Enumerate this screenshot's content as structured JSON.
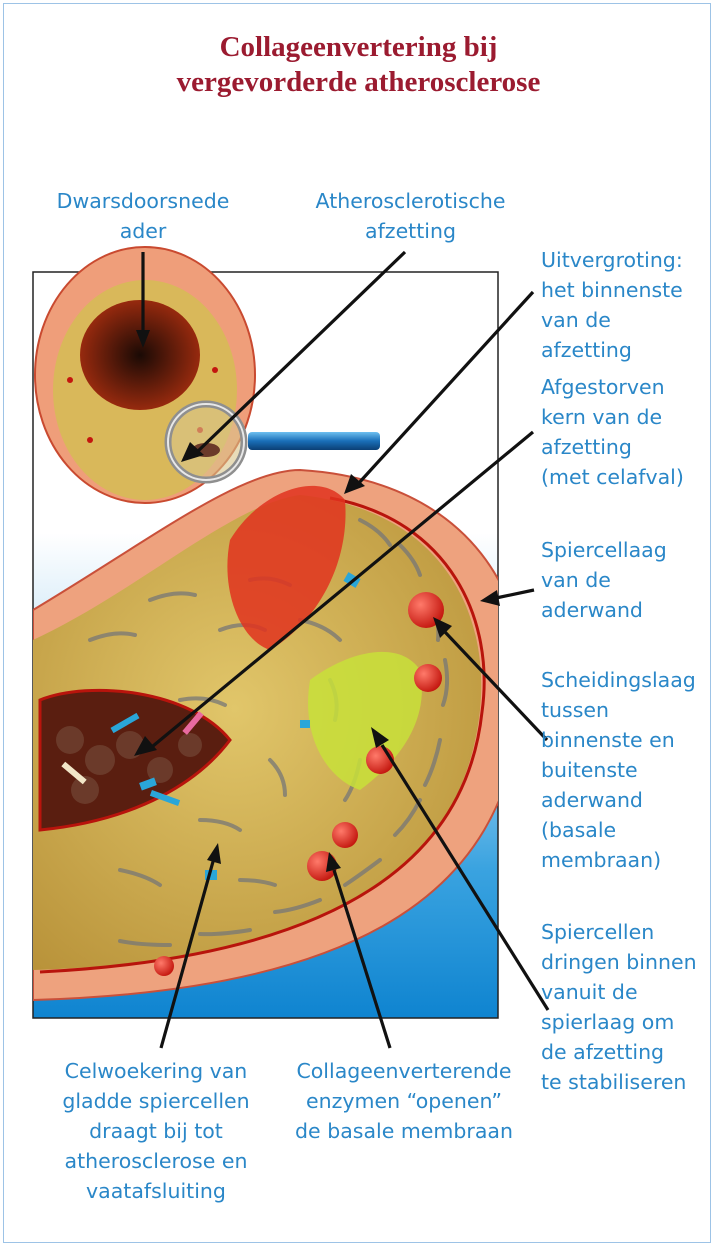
{
  "title": {
    "line1": "Collageenvertering bij",
    "line2": "vergevorderde atherosclerose"
  },
  "labels": {
    "cross_section": [
      "Dwarsdoorsnede",
      "ader"
    ],
    "deposit": [
      "Atherosclerotische",
      "afzetting"
    ],
    "magnification": [
      "Uitvergroting:",
      "het binnenste",
      "van de",
      "afzetting"
    ],
    "dead_core": [
      "Afgestorven",
      "kern van de",
      "afzetting",
      "(met celafval)"
    ],
    "muscle_layer": [
      "Spiercellaag",
      "van de",
      "aderwand"
    ],
    "separation_layer": [
      "Scheidingslaag",
      "tussen",
      "binnenste en",
      "buitenste",
      "aderwand",
      "(basale",
      "membraan)"
    ],
    "muscle_cells": [
      "Spiercellen",
      "dringen binnen",
      "vanuit de",
      "spierlaag om",
      "de afzetting",
      "te stabiliseren"
    ],
    "proliferation": [
      "Celwoekering van",
      "gladde spiercellen",
      "draagt bij tot",
      "atherosclerose en",
      "vaatafsluiting"
    ],
    "enzymes": [
      "Collageenverterende",
      "enzymen “openen”",
      "de basale membraan"
    ]
  },
  "colors": {
    "title": "#9b1b30",
    "label": "#2a87c8",
    "border": "#9dc3e6",
    "plaque": "#c9a84a",
    "vessel_wall": "#e9a07e",
    "background_blue": "#1e8fd6"
  }
}
